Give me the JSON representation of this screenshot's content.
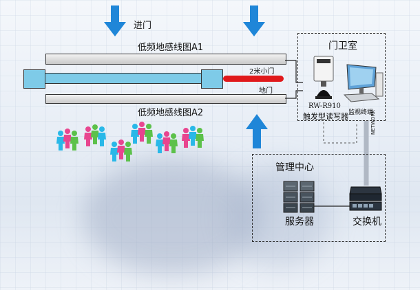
{
  "labels": {
    "entrance": "进门",
    "loop_a1": "低频地感线图A1",
    "loop_a2": "低频地感线图A2",
    "small_door": "2米小门",
    "floor_door": "地门",
    "guard_room": "门卫室",
    "reader_model": "RW-R910",
    "reader_name": "触发型读写器",
    "monitor": "监视终端",
    "network": "NETWORK",
    "management_center": "管理中心",
    "server": "服务器",
    "switch": "交换机"
  },
  "colors": {
    "arrow_blue": "#1f86d8",
    "pipe_blue": "#7ecbe8",
    "door_red": "#e0191b",
    "people_cyan": "#29b8e8",
    "people_pink": "#e8458f",
    "people_green": "#5cc14a"
  }
}
